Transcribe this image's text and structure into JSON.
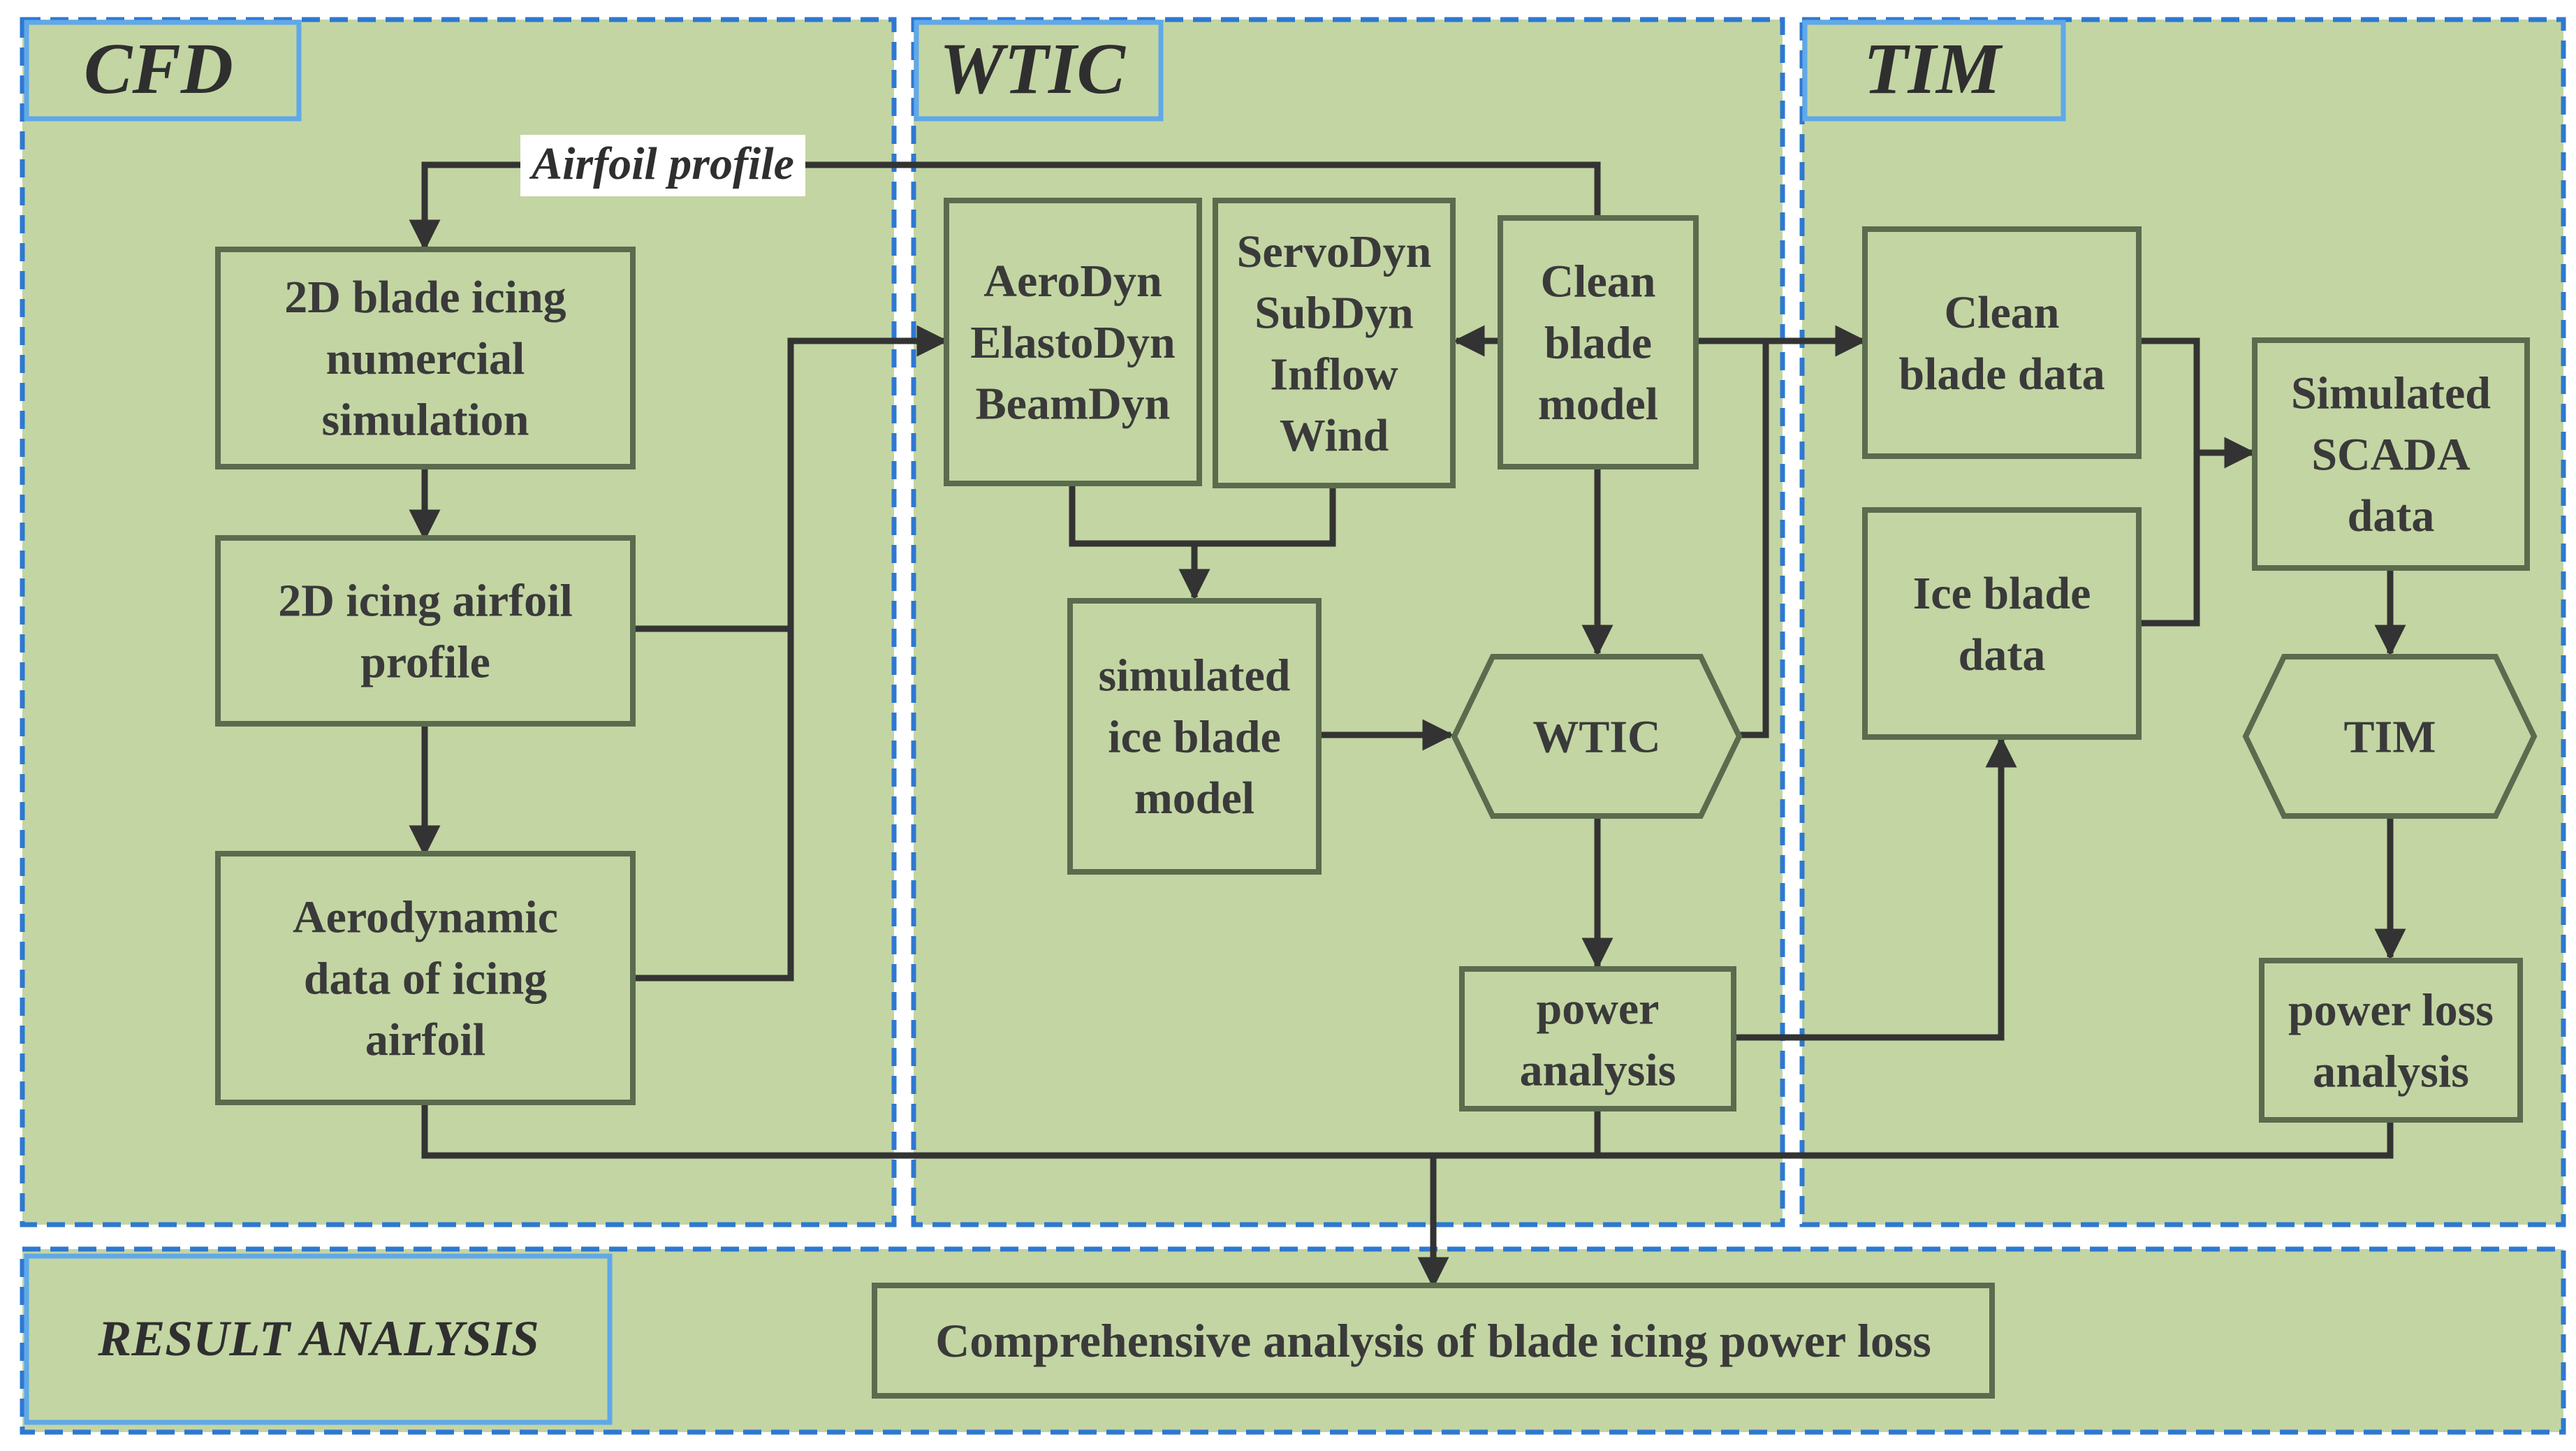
{
  "colors": {
    "panel_fill": "#c3d5a3",
    "panel_border": "#2e78d2",
    "title_box_border": "#5fa8ea",
    "box_border": "#5b6b4e",
    "arrow": "#333333",
    "text": "#3a3a3a",
    "label_bg": "#ffffff"
  },
  "panels": {
    "cfd": {
      "title": "CFD"
    },
    "wtic": {
      "title": "WTIC"
    },
    "tim": {
      "title": "TIM"
    },
    "result": {
      "title": "RESULT ANALYSIS"
    }
  },
  "edge_labels": {
    "airfoil_profile": "Airfoil profile"
  },
  "boxes": {
    "blade_icing_sim": {
      "lines": [
        "2D blade icing",
        "numercial",
        "simulation"
      ]
    },
    "icing_airfoil_profile": {
      "lines": [
        "2D icing airfoil",
        "profile"
      ]
    },
    "aero_data": {
      "lines": [
        "Aerodynamic",
        "data of icing",
        "airfoil"
      ]
    },
    "aerodyn_group": {
      "lines": [
        "AeroDyn",
        "ElastoDyn",
        "BeamDyn"
      ]
    },
    "servodyn_group": {
      "lines": [
        "ServoDyn",
        "SubDyn",
        "Inflow",
        "Wind"
      ]
    },
    "clean_blade_model": {
      "lines": [
        "Clean",
        "blade",
        "model"
      ]
    },
    "sim_ice_blade_model": {
      "lines": [
        "simulated",
        "ice blade",
        "model"
      ]
    },
    "wtic_node": {
      "lines": [
        "WTIC"
      ]
    },
    "power_analysis": {
      "lines": [
        "power",
        "analysis"
      ]
    },
    "clean_blade_data": {
      "lines": [
        "Clean",
        "blade data"
      ]
    },
    "ice_blade_data": {
      "lines": [
        "Ice blade",
        "data"
      ]
    },
    "sim_scada": {
      "lines": [
        "Simulated",
        "SCADA",
        "data"
      ]
    },
    "tim_node": {
      "lines": [
        "TIM"
      ]
    },
    "power_loss_analysis": {
      "lines": [
        "power loss",
        "analysis"
      ]
    },
    "comprehensive": {
      "lines": [
        "Comprehensive analysis of blade icing power loss"
      ]
    }
  }
}
